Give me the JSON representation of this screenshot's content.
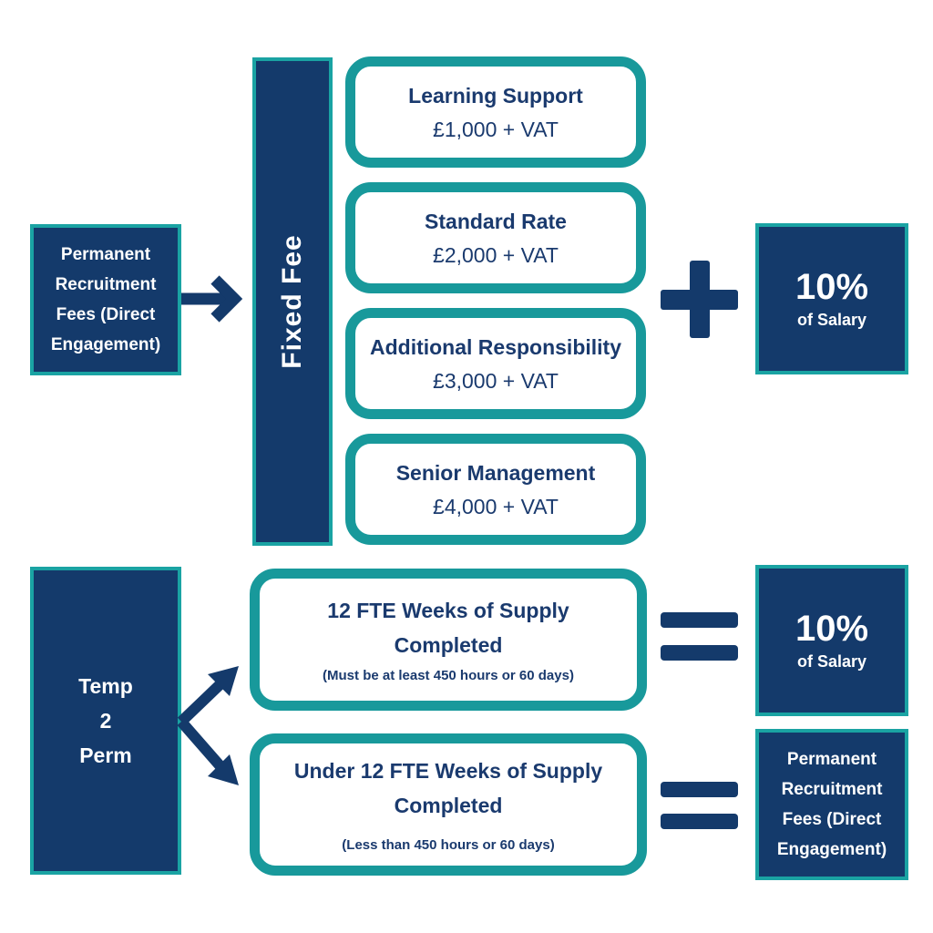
{
  "perm_box": {
    "lines": [
      "Permanent",
      "Recruitment",
      "Fees (Direct",
      "Engagement)"
    ]
  },
  "fixed_fee_label": "Fixed Fee",
  "tiers": [
    {
      "title": "Learning Support",
      "price": "£1,000 + VAT"
    },
    {
      "title": "Standard Rate",
      "price": "£2,000 + VAT"
    },
    {
      "title": "Additional Responsibility",
      "price": "£3,000 + VAT"
    },
    {
      "title": "Senior Management",
      "price": "£4,000 + VAT"
    }
  ],
  "pct_top": {
    "value": "10%",
    "caption": "of Salary"
  },
  "t2p_box": {
    "lines": [
      "Temp",
      "2",
      "Perm"
    ]
  },
  "t2p_upper": {
    "title_lines": [
      "12 FTE Weeks of Supply",
      "Completed"
    ],
    "note": "(Must be at least 450 hours or 60 days)"
  },
  "t2p_lower": {
    "title_lines": [
      "Under 12 FTE Weeks of Supply",
      "Completed"
    ],
    "note": "(Less than 450 hours or 60 days)"
  },
  "pct_bottom": {
    "value": "10%",
    "caption": "of Salary"
  },
  "perm_box_bottom": {
    "lines": [
      "Permanent",
      "Recruitment",
      "Fees (Direct",
      "Engagement)"
    ]
  },
  "colors": {
    "navy": "#143a6b",
    "teal": "#18999b",
    "text": "#1a3a6e"
  },
  "symbols": [
    "arrow-right-icon",
    "plus-icon",
    "equals-icon",
    "equals-icon",
    "fork-arrow-icon"
  ]
}
